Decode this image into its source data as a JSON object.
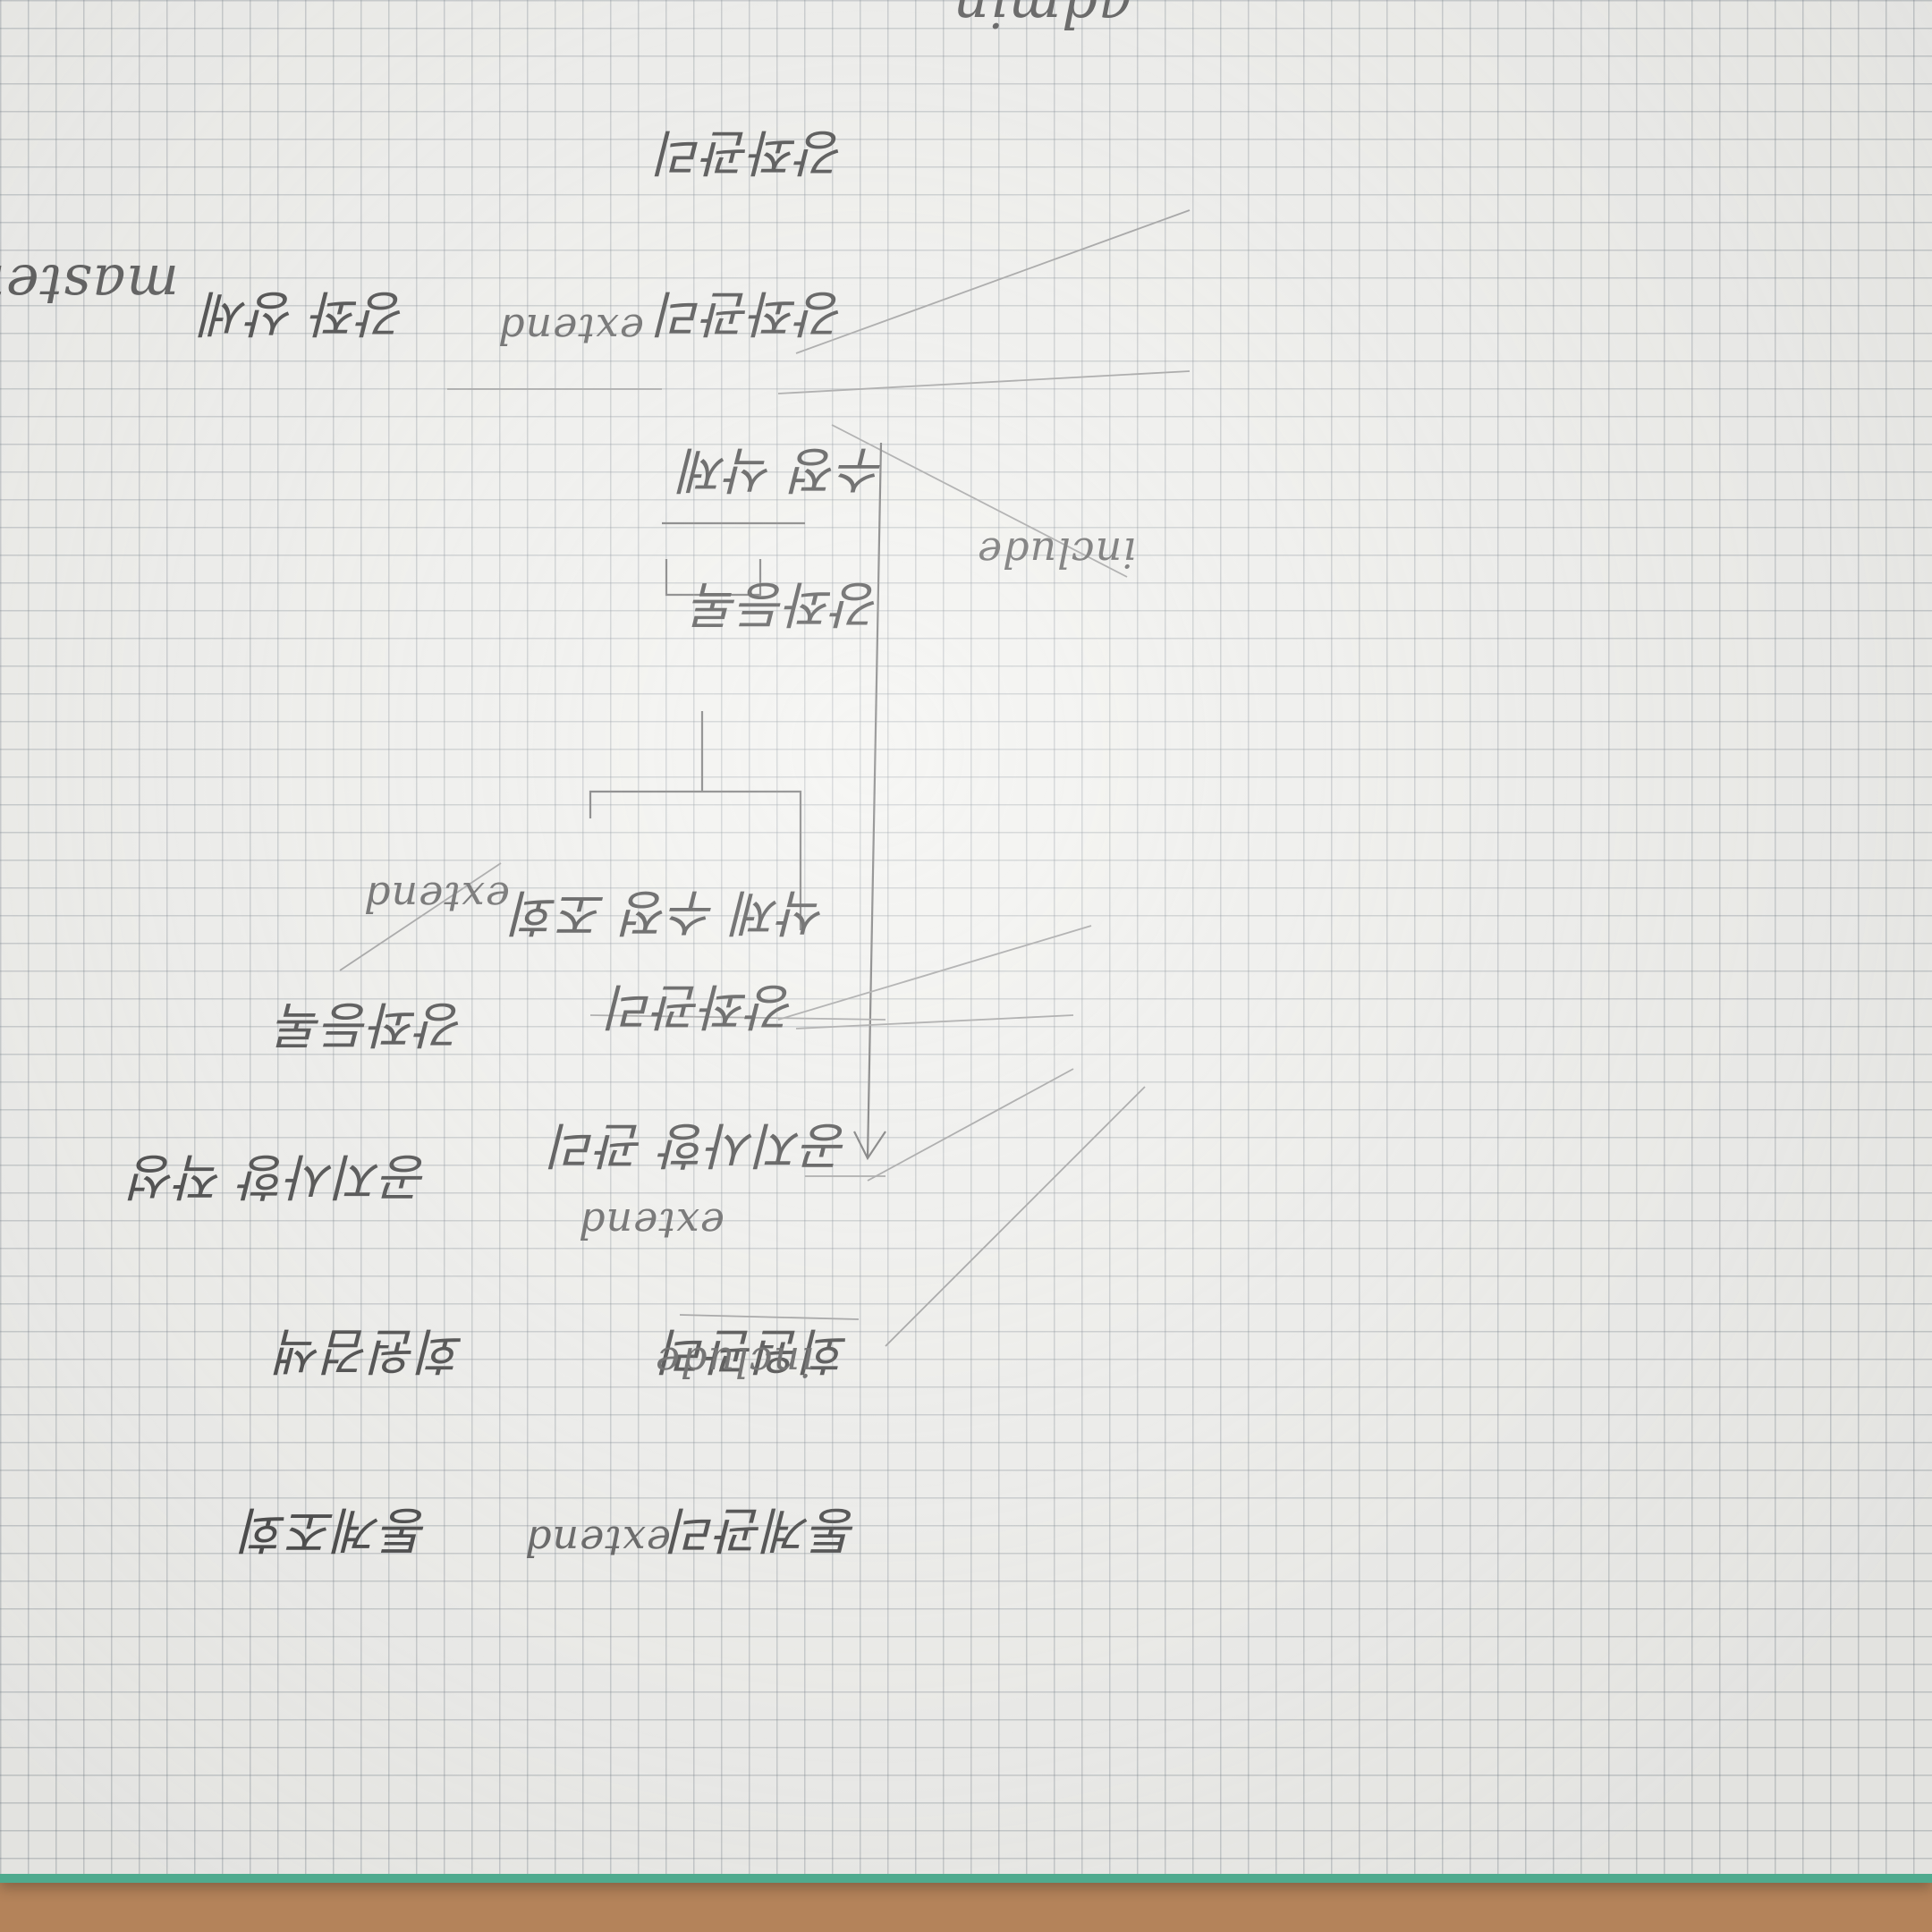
{
  "actors": {
    "master": "master",
    "admin": "admin"
  },
  "relations": {
    "include_main": "include",
    "extend_1": "extend",
    "extend_2": "extend",
    "extend_3": "extend",
    "extend_4": "extend",
    "include_2": "include"
  },
  "use_cases": {
    "uc_top": "강좌관리",
    "uc_course_manage": "강좌관리",
    "uc_course_detail": "강좌 상세",
    "uc_course_reg": "강좌등록",
    "uc_edit_del": "수정 삭제",
    "uc_del_edit_view": "삭제 수정 조회",
    "uc_lecture_manage": "강좌관리",
    "uc_lecture_reg": "강좌등록",
    "uc_notice": "공지사항 관리",
    "uc_notice_write": "공지사항 작성",
    "uc_member": "회원관리",
    "uc_member_search": "회원검색",
    "uc_stats": "통계관리",
    "uc_stats_view": "통계조회"
  }
}
